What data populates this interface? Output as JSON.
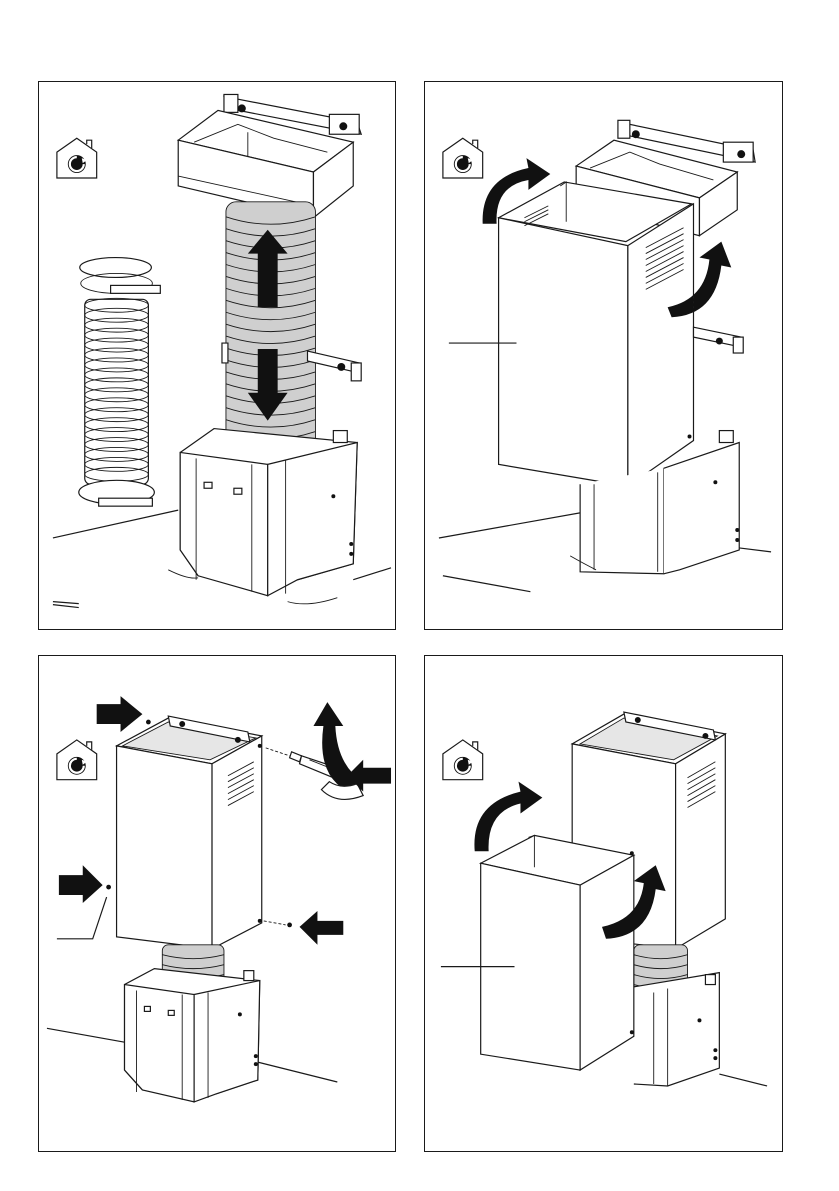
{
  "page": {
    "background": "#ffffff",
    "line_color": "#1a1a1a",
    "fill_gray": "#cfcfcf"
  },
  "panels": [
    {
      "id": "p1",
      "step": 1,
      "icon": "ducted-mode-house-icon",
      "depicts": [
        "flexible-duct",
        "hose-clamps",
        "double-arrow-extend"
      ]
    },
    {
      "id": "p2",
      "step": 2,
      "icon": "ducted-mode-house-icon",
      "depicts": [
        "upper-chimney-cover",
        "rotate-arrows",
        "callout-line"
      ]
    },
    {
      "id": "p3",
      "step": 3,
      "icon": "ducted-mode-house-icon",
      "depicts": [
        "screw-arrows",
        "screwdriver",
        "callout-line"
      ]
    },
    {
      "id": "p4",
      "step": 4,
      "icon": "ducted-mode-house-icon",
      "depicts": [
        "lower-chimney-cover",
        "rotate-arrows",
        "callout-line"
      ]
    }
  ]
}
